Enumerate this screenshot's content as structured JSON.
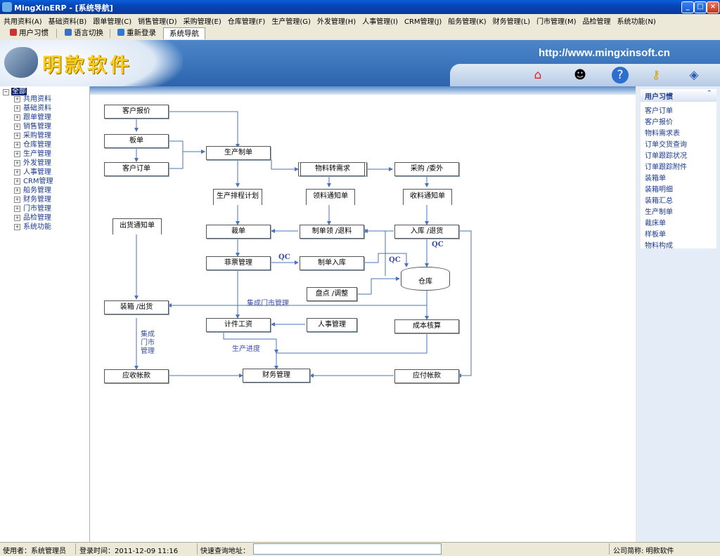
{
  "window": {
    "title": "MingXinERP - [系统导航]",
    "min": "_",
    "max": "□",
    "close": "×"
  },
  "menu": [
    "共用资料(A)",
    "基础资料(B)",
    "跟单管理(C)",
    "销售管理(D)",
    "采购管理(E)",
    "仓库管理(F)",
    "生产管理(G)",
    "外发管理(H)",
    "人事管理(I)",
    "CRM管理(J)",
    "船务管理(K)",
    "财务管理(L)",
    "门市管理(M)",
    "品检管理",
    "系统功能(N)"
  ],
  "toolbar": {
    "habits": "用户习惯",
    "language": "语言切换",
    "relogin": "重新登录",
    "tab": "系统导航"
  },
  "banner": {
    "logo_text": "明款软件",
    "url": "http://www.mingxinsoft.cn",
    "icons": [
      "home-icon",
      "qq-icon",
      "help-icon",
      "keys-icon",
      "exit-icon"
    ]
  },
  "tree": {
    "root": "全部",
    "items": [
      "共用资料",
      "基础资料",
      "跟单管理",
      "销售管理",
      "采购管理",
      "仓库管理",
      "生产管理",
      "外发管理",
      "人事管理",
      "CRM管理",
      "船务管理",
      "财务管理",
      "门市管理",
      "品检管理",
      "系统功能"
    ]
  },
  "diagram": {
    "nodes": {
      "quote": "客户报价",
      "board": "板单",
      "order": "客户订单",
      "prod_order": "生产制单",
      "material_req": "物料转需求",
      "purchase": "采购 /委外",
      "sched": "生产排程计划",
      "pick_notice": "领料通知单",
      "recv_notice": "收料通知单",
      "ship_notice": "出货通知单",
      "cut": "裁单",
      "pick_return": "制单领 /退料",
      "in_return": "入库 /退货",
      "ticket": "菲票管理",
      "prod_in": "制单入库",
      "warehouse": "仓库",
      "stocktake": "盘点 /调整",
      "packing": "装箱 /出货",
      "piece_wage": "计件工资",
      "hr": "人事管理",
      "cost": "成本核算",
      "receivable": "应收帐款",
      "finance": "财务管理",
      "payable": "应付帐款"
    },
    "labels": {
      "qc1": "QC",
      "qc2": "QC",
      "qc3": "QC",
      "store_integrated": "集成门市管理",
      "progress": "生产进度",
      "store_vertical": "集成\n门市\n管理"
    }
  },
  "right_panel": {
    "title": "用户习惯",
    "items": [
      "客户订单",
      "客户报价",
      "物料需求表",
      "订单交货查询",
      "订单跟踪状况",
      "订单跟踪附件",
      "装箱单",
      "装箱明细",
      "装箱汇总",
      "生产制单",
      "裁床单",
      "样板单",
      "物料构成"
    ]
  },
  "status": {
    "user": "使用者：系统管理员",
    "login_time": "登录时间：2011-12-09 11:16",
    "quick_label": "快速查询地址：",
    "quick_value": "",
    "company": "公司简称: 明款软件"
  }
}
